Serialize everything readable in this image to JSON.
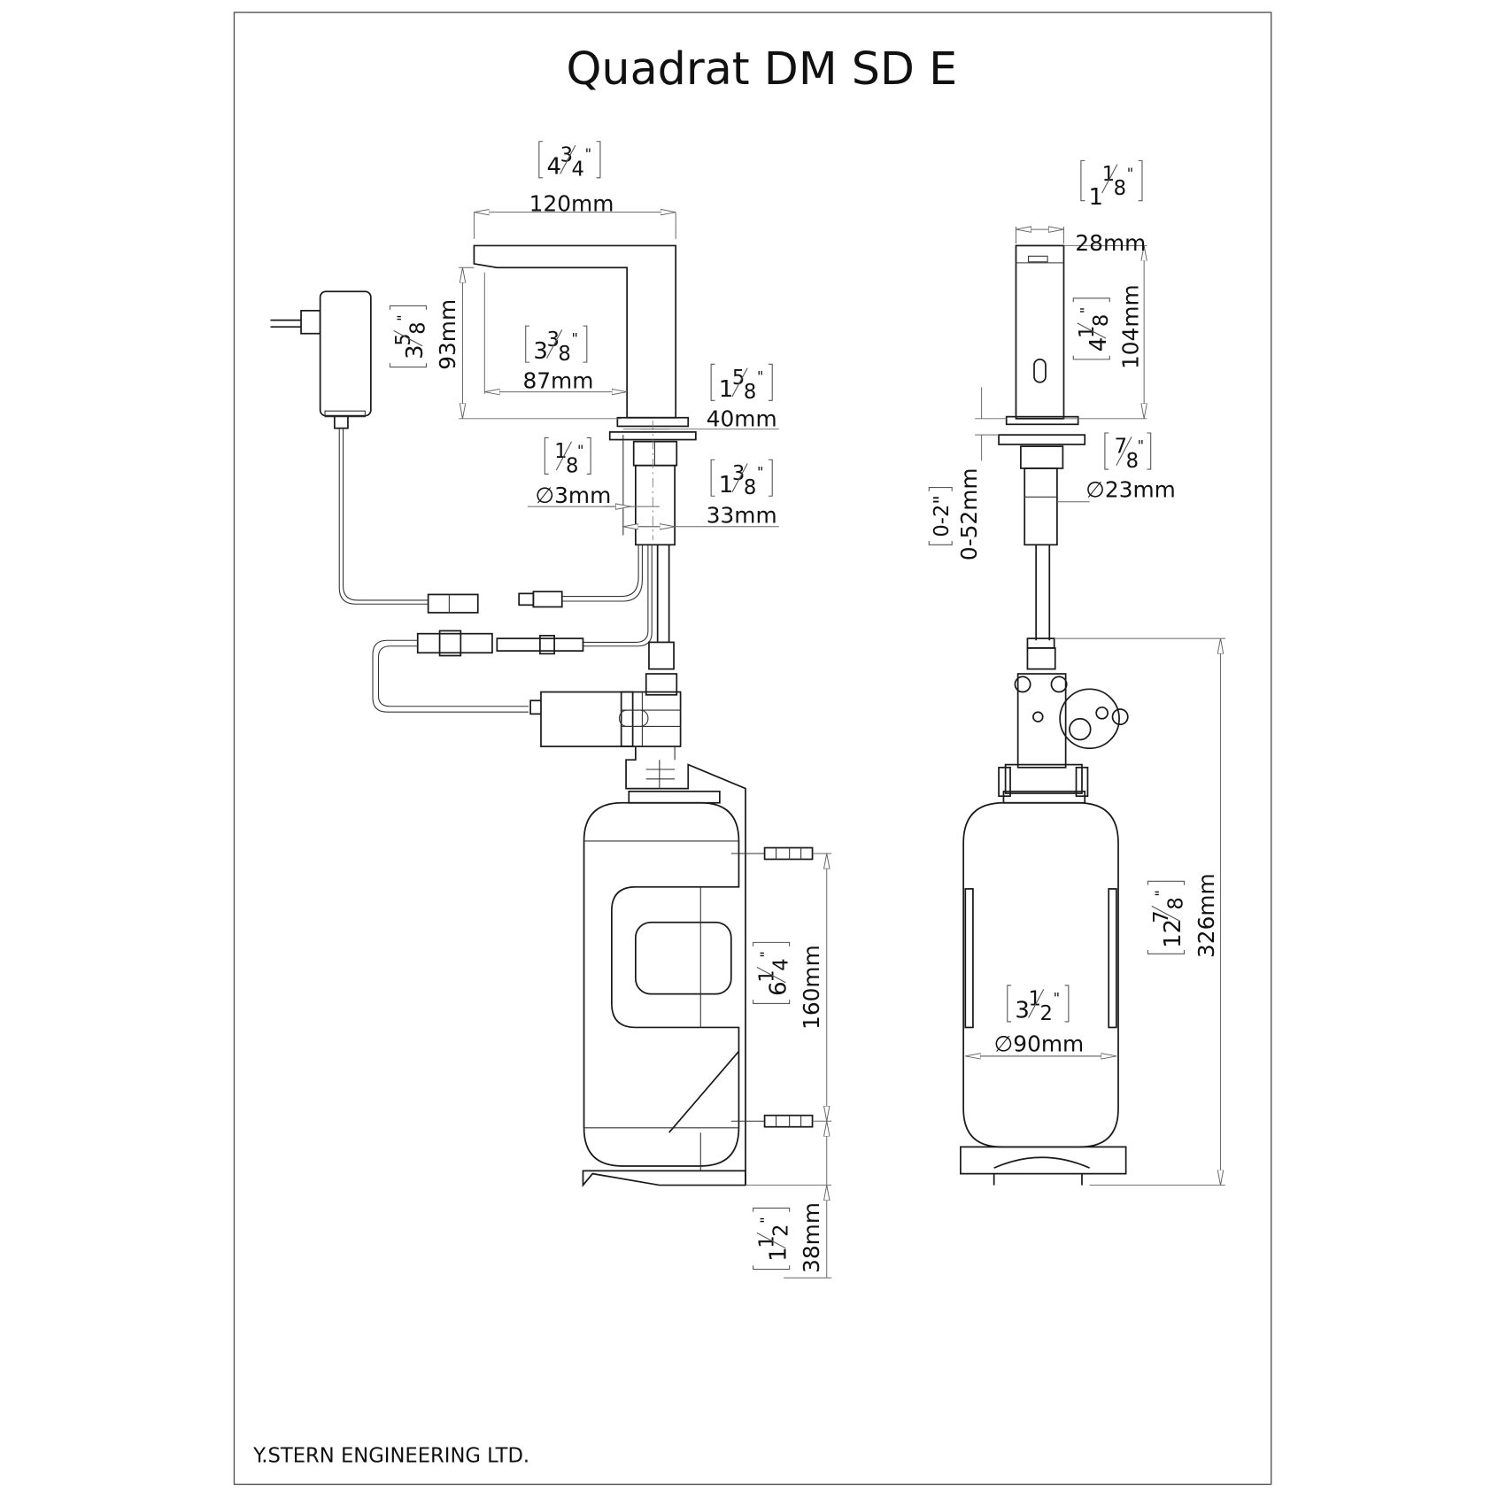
{
  "title": "Quadrat DM SD E",
  "footer": "Y.STERN ENGINEERING LTD.",
  "dimensions": {
    "spout_length": {
      "mm": "120mm",
      "whole": "4",
      "num": "3",
      "den": "4",
      "inch": "\""
    },
    "spout_height": {
      "mm": "93mm",
      "whole": "3",
      "num": "5",
      "den": "8",
      "inch": "\""
    },
    "spout_reach": {
      "mm": "87mm",
      "whole": "3",
      "num": "3",
      "den": "8",
      "inch": "\""
    },
    "base_width": {
      "mm": "40mm",
      "whole": "1",
      "num": "5",
      "den": "8",
      "inch": "\""
    },
    "hose_diameter": {
      "mm": "3mm",
      "prefix": "∅",
      "whole": "",
      "num": "1",
      "den": "8",
      "inch": "\""
    },
    "shank_width": {
      "mm": "33mm",
      "whole": "1",
      "num": "3",
      "den": "8",
      "inch": "\""
    },
    "body_width": {
      "mm": "28mm",
      "whole": "1",
      "num": "1",
      "den": "8",
      "inch": "\""
    },
    "body_height": {
      "mm": "104mm",
      "whole": "4",
      "num": "1",
      "den": "8",
      "inch": "\""
    },
    "deck_thickness": {
      "mm": "0-52mm",
      "inch_text": "0-2\""
    },
    "shank_diameter": {
      "mm": "23mm",
      "prefix": "∅",
      "whole": "",
      "num": "7",
      "den": "8",
      "inch": "\""
    },
    "connector_spacing": {
      "mm": "160mm",
      "whole": "6",
      "num": "1",
      "den": "4",
      "inch": "\""
    },
    "bottom_clearance": {
      "mm": "38mm",
      "whole": "1",
      "num": "1",
      "den": "2",
      "inch": "\""
    },
    "tank_height": {
      "mm": "326mm",
      "whole": "12",
      "num": "7",
      "den": "8",
      "inch": "\""
    },
    "tank_diameter": {
      "mm": "90mm",
      "prefix": "∅",
      "whole": "3",
      "num": "1",
      "den": "2",
      "inch": "\""
    }
  }
}
